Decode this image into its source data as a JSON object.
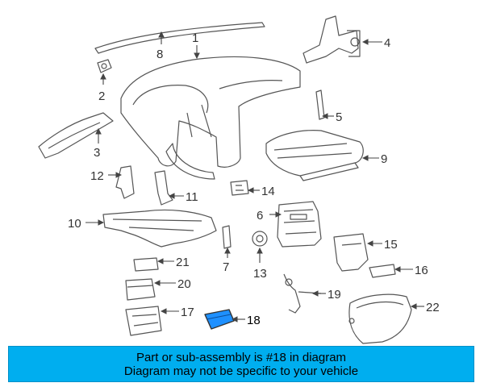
{
  "callouts": {
    "c1": "1",
    "c2": "2",
    "c3": "3",
    "c4": "4",
    "c5": "5",
    "c6": "6",
    "c7": "7",
    "c8": "8",
    "c9": "9",
    "c10": "10",
    "c11": "11",
    "c12": "12",
    "c13": "13",
    "c14": "14",
    "c15": "15",
    "c16": "16",
    "c17": "17",
    "c18": "18",
    "c19": "19",
    "c20": "20",
    "c21": "21",
    "c22": "22"
  },
  "highlight": {
    "part": "18",
    "color": "#1e90ff"
  },
  "banner": {
    "line1": "Part or sub-assembly is #18 in diagram",
    "line2": "Diagram may not be specific to your vehicle",
    "background": "#00aeef"
  }
}
